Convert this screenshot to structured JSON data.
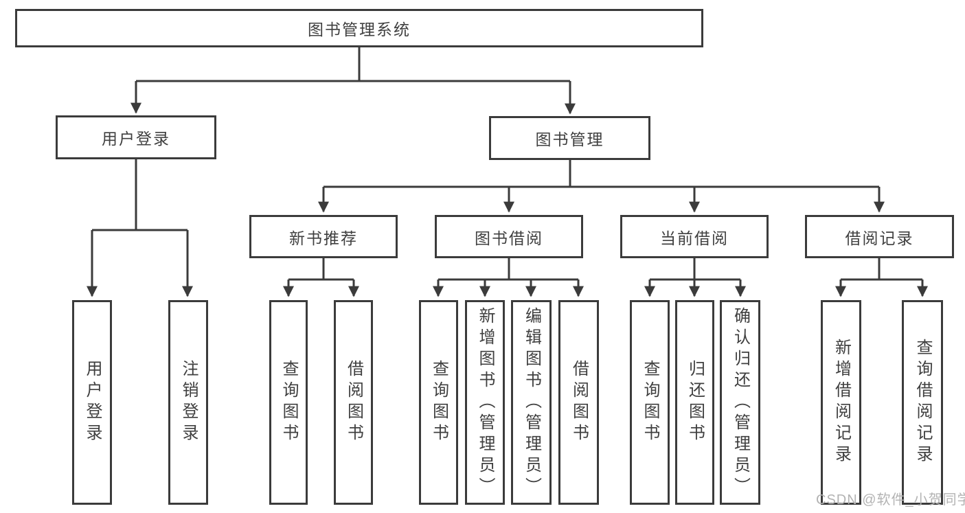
{
  "diagram": {
    "title_node": {
      "label": "图书管理系统"
    },
    "level2": {
      "user_login": {
        "label": "用户登录"
      },
      "book_management": {
        "label": "图书管理"
      }
    },
    "level3": {
      "new_book_recommend": {
        "label": "新书推荐"
      },
      "book_borrow": {
        "label": "图书借阅"
      },
      "current_borrow": {
        "label": "当前借阅"
      },
      "borrow_records": {
        "label": "借阅记录"
      }
    },
    "leaves": {
      "user_login_leaf": {
        "label": "用户登录"
      },
      "logout": {
        "label": "注销登录"
      },
      "rec_query_books": {
        "label": "查询图书"
      },
      "rec_borrow_books": {
        "label": "借阅图书"
      },
      "borrow_query_books": {
        "label": "查询图书"
      },
      "borrow_add_books": {
        "label": "新增图书（管理员）"
      },
      "borrow_edit_books": {
        "label": "编辑图书（管理员）"
      },
      "borrow_borrow_books": {
        "label": "借阅图书"
      },
      "current_query_books": {
        "label": "查询图书"
      },
      "current_return_books": {
        "label": "归还图书"
      },
      "current_confirm_return": {
        "label": "确认归还（管理员）"
      },
      "records_add_record": {
        "label": "新增借阅记录"
      },
      "records_query_record": {
        "label": "查询借阅记录"
      }
    },
    "watermark": "CSDN @软件_小贺同学",
    "colors": {
      "line": "#3b3b3b",
      "text": "#3f3f3f",
      "watermark": "#b3b3b3",
      "background": "#ffffff"
    }
  }
}
